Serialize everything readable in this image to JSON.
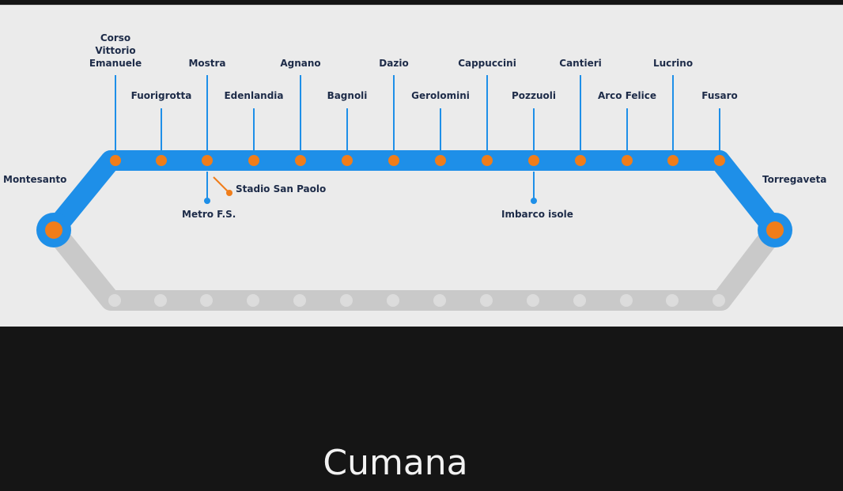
{
  "caption": "Cumana",
  "colors": {
    "line": "#1e8fe8",
    "station_fill": "#f07d1a",
    "return_track": "#c9c9c9",
    "return_station": "#dcdcdc",
    "label_text": "#1d2b48",
    "panel_bg": "#ebebeb",
    "background": "#151515"
  },
  "termini": {
    "left": "Montesanto",
    "right": "Torregaveta"
  },
  "stations": [
    {
      "name": "Corso\nVittorio\nEmanuele",
      "label_row": "top"
    },
    {
      "name": "Fuorigrotta",
      "label_row": "bottom"
    },
    {
      "name": "Mostra",
      "label_row": "top"
    },
    {
      "name": "Edenlandia",
      "label_row": "bottom"
    },
    {
      "name": "Agnano",
      "label_row": "top"
    },
    {
      "name": "Bagnoli",
      "label_row": "bottom"
    },
    {
      "name": "Dazio",
      "label_row": "top"
    },
    {
      "name": "Gerolomini",
      "label_row": "bottom"
    },
    {
      "name": "Cappuccini",
      "label_row": "top"
    },
    {
      "name": "Pozzuoli",
      "label_row": "bottom"
    },
    {
      "name": "Cantieri",
      "label_row": "top"
    },
    {
      "name": "Arco Felice",
      "label_row": "bottom"
    },
    {
      "name": "Lucrino",
      "label_row": "top"
    },
    {
      "name": "Fusaro",
      "label_row": "bottom"
    }
  ],
  "connections": [
    {
      "station": "Mostra",
      "label": "Metro F.S.",
      "color": "#1e8fe8"
    },
    {
      "station": "Mostra",
      "label": "Stadio San Paolo",
      "color": "#f07d1a"
    },
    {
      "station": "Pozzuoli",
      "label": "Imbarco isole",
      "color": "#1e8fe8"
    }
  ],
  "return_station_count": 14
}
